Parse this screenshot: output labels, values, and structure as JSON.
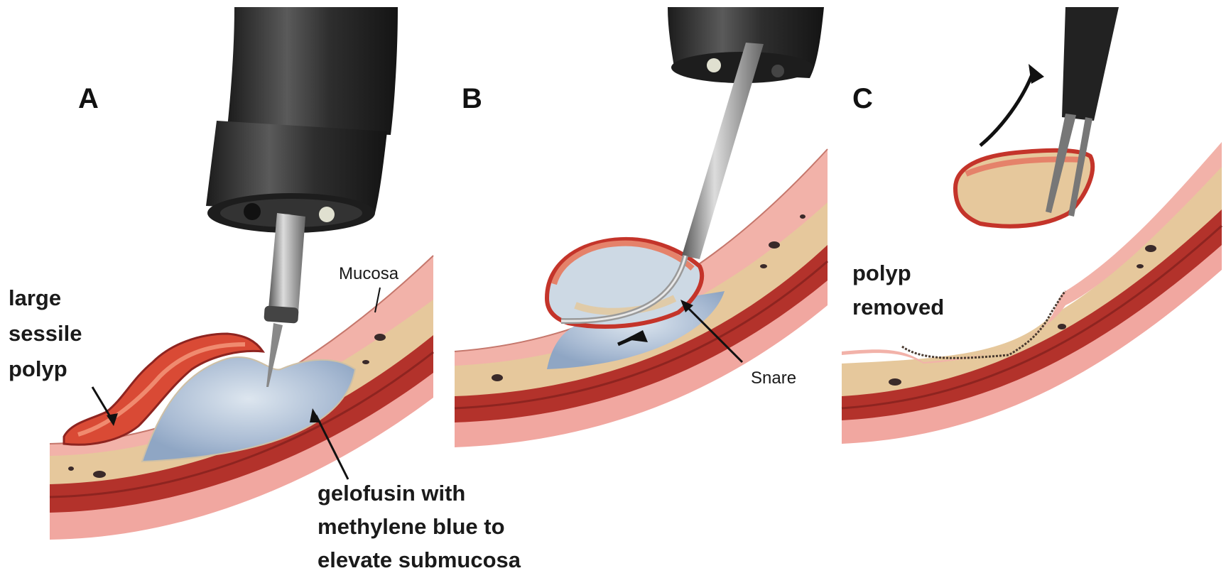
{
  "panels": {
    "a": {
      "letter": "A",
      "labels": {
        "polyp": [
          "large",
          "sessile",
          "polyp"
        ],
        "mucosa": "Mucosa",
        "injection": [
          "gelofusin with",
          "methylene blue to",
          "elevate submucosa"
        ]
      }
    },
    "b": {
      "letter": "B",
      "labels": {
        "snare": "Snare"
      }
    },
    "c": {
      "letter": "C",
      "labels": {
        "removed": [
          "polyp",
          "removed"
        ]
      }
    }
  },
  "colors": {
    "mucosa": "#f2b2a9",
    "submucosa": "#e6c89c",
    "muscle": "#b3322b",
    "muscle_dark": "#8e2420",
    "serosa": "#f1a7a0",
    "polyp": "#d94a35",
    "fluid": "#b9c9dc",
    "scope": "#2b2b2b"
  },
  "icons": [
    "endoscope-icon",
    "needle-icon",
    "snare-icon",
    "forceps-icon",
    "direction-arrow-icon"
  ]
}
